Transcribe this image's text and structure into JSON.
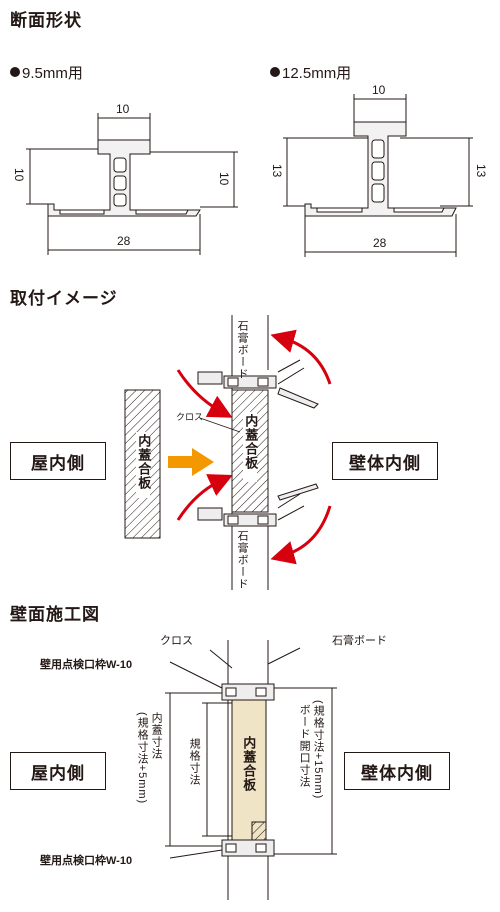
{
  "sections": {
    "profile_title": "断面形状",
    "mounting_title": "取付イメージ",
    "wall_title": "壁面施工図"
  },
  "profiles": [
    {
      "label": "9.5mm用",
      "top_width": "10",
      "left_height": "10",
      "right_height": "10",
      "bottom_width": "28"
    },
    {
      "label": "12.5mm用",
      "top_width": "10",
      "left_height": "13",
      "right_height": "13",
      "bottom_width": "28"
    }
  ],
  "mounting": {
    "indoor": "屋内側",
    "wall_inside": "壁体内側",
    "cover_board": "内蓋合板",
    "cover_board_center": "内蓋合板",
    "cloth": "クロス",
    "gypsum_top": "石膏ボード",
    "gypsum_bottom": "石膏ボード"
  },
  "wall": {
    "cloth": "クロス",
    "gypsum": "石膏ボード",
    "frame_top": "壁用点検口枠W-10",
    "frame_bottom": "壁用点検口枠W-10",
    "inner_dim": "内蓋寸法",
    "inner_dim_note": "(規格寸法+5mm)",
    "std_dim": "規格寸法",
    "board_opening": "ボード開口寸法",
    "board_opening_note": "(規格寸法+15mm)",
    "cover_board": "内蓋合板",
    "indoor": "屋内側",
    "wall_inside": "壁体内側"
  },
  "colors": {
    "arrow_red": "#d7000f",
    "arrow_orange": "#f39800",
    "board_beige": "#efe4c6",
    "line": "#231815"
  }
}
